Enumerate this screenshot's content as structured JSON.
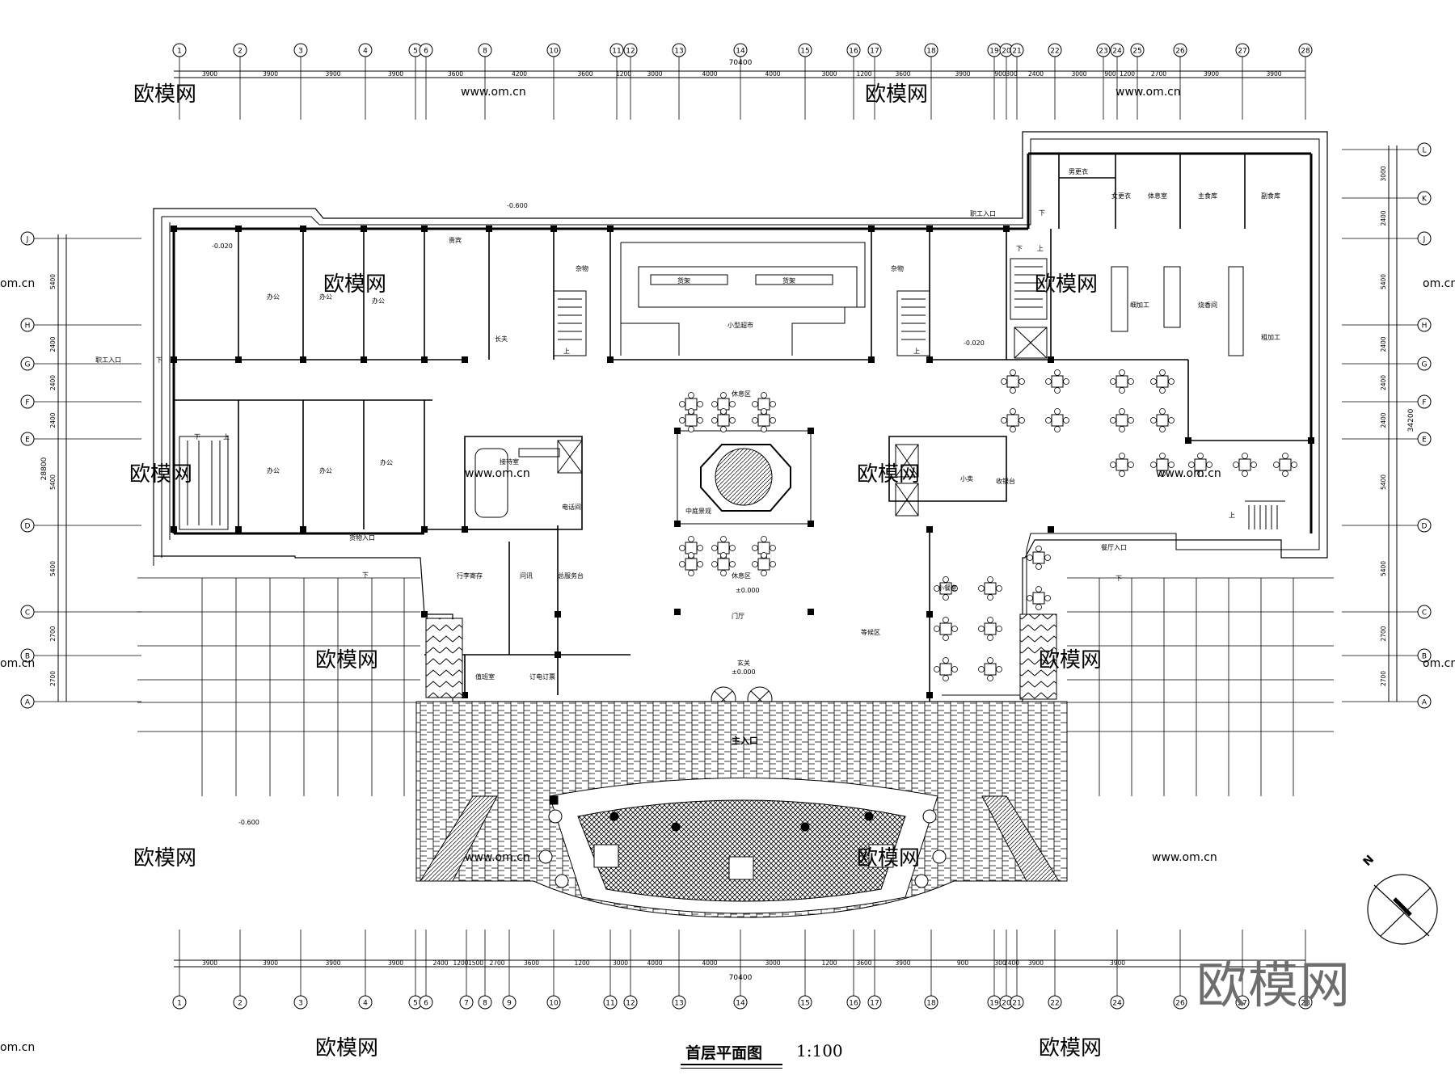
{
  "drawing": {
    "title": "首层平面图",
    "scale": "1:100",
    "brand_watermark": "欧模网",
    "watermark_cn": "欧模网",
    "watermark_url": "www.om.cn",
    "watermark_url_short": "om.cn"
  },
  "axes": {
    "top_labels": [
      "1",
      "2",
      "3",
      "4",
      "5",
      "6",
      "8",
      "10",
      "11",
      "12",
      "13",
      "14",
      "15",
      "16",
      "17",
      "18",
      "19",
      "20",
      "21",
      "22",
      "23",
      "24",
      "25",
      "26",
      "27",
      "28"
    ],
    "top_dims": [
      "3900",
      "3900",
      "3900",
      "3900",
      "3600",
      "4200",
      "3600",
      "1200",
      "3000",
      "4000",
      "4000",
      "3000",
      "1200",
      "3600",
      "3900",
      "900",
      "300",
      "2400",
      "3000",
      "900",
      "1200",
      "2700",
      "3900",
      "3900"
    ],
    "top_total": "70400",
    "bottom_labels": [
      "1",
      "2",
      "3",
      "4",
      "5",
      "6",
      "7",
      "8",
      "9",
      "10",
      "11",
      "12",
      "13",
      "14",
      "15",
      "16",
      "17",
      "18",
      "19",
      "20",
      "21",
      "22",
      "24",
      "26",
      "27",
      "28"
    ],
    "bottom_dims": [
      "3900",
      "3900",
      "3900",
      "3900",
      "2400",
      "1200",
      "1500",
      "2700",
      "3600",
      "1200",
      "3000",
      "4000",
      "4000",
      "3000",
      "1200",
      "3600",
      "3900",
      "900",
      "300",
      "2400",
      "3900",
      "3900"
    ],
    "bottom_total": "70400",
    "left_labels": [
      "J",
      "H",
      "G",
      "F",
      "E",
      "D",
      "C",
      "B",
      "A"
    ],
    "left_dims": [
      "5400",
      "2400",
      "2400",
      "2400",
      "5400",
      "5400",
      "2700",
      "2700"
    ],
    "left_total": "28800",
    "right_labels": [
      "L",
      "K",
      "J",
      "H",
      "G",
      "F",
      "E",
      "D",
      "C",
      "B",
      "A"
    ],
    "right_dims": [
      "3000",
      "2400",
      "5400",
      "2400",
      "2400",
      "2400",
      "5400",
      "5400",
      "2700",
      "2700"
    ],
    "right_total": "34200"
  },
  "rooms": {
    "office": "办公",
    "guest_room": "贵宾",
    "storage": "杂物",
    "long_room": "长夫",
    "mini_market": "小型超市",
    "shelf": "货架",
    "rest_area_top": "休息区",
    "rest_area_bottom": "休息区",
    "central_scenery": "中庭景观",
    "reception_room": "接待室",
    "telecom_room": "电话间",
    "shop": "小卖",
    "cashier": "收银台",
    "luggage": "行李寄存",
    "inquiry": "问讯",
    "front_desk": "总服务台",
    "lobby": "门厅",
    "vestibule": "玄关",
    "waiting_area": "等候区",
    "small_dining": "小餐室",
    "duty_room": "值班室",
    "booking": "订电订票",
    "male_locker": "男更衣",
    "female_locker": "女更衣",
    "wash_room": "体息室",
    "staple_store": "主食库",
    "side_store": "副食库",
    "fine_process": "细加工",
    "cooking": "烧香间",
    "rough_process": "粗加工"
  },
  "entrances": {
    "staff_entrance_left": "职工入口",
    "staff_entrance_top": "职工入口",
    "goods_entrance": "货物入口",
    "restaurant_entrance": "餐厅入口",
    "main_entrance": "主入口"
  },
  "levels": {
    "outdoor": "-0.600",
    "toilet_a": "-0.020",
    "toilet_b": "-0.020",
    "ground": "±0.000",
    "vestibule": "±0.000",
    "outdoor_sw": "-0.600"
  },
  "stairs": {
    "up": "上",
    "down": "下"
  },
  "north_arrow": "N"
}
